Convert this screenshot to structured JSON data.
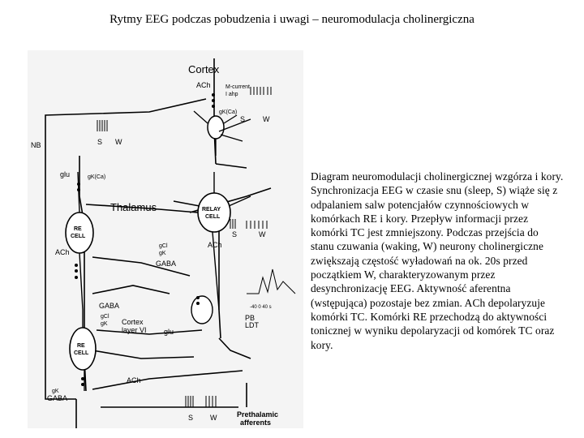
{
  "slide": {
    "title": "Rytmy EEG podczas pobudzenia i uwagi – neuromodulacja cholinergiczna",
    "description": "Diagram neuromodulacji cholinergicznej wzgórza i kory. Synchronizacja EEG w czasie snu (sleep, S) wiąże się z odpalaniem salw potencjałów czynnościowych w komórkach RE i kory. Przepływ informacji przez komórki TC jest zmniejszony. Podczas przejścia do stanu czuwania (waking, W) neurony cholinergiczne zwiększają częstość wyładowań na ok. 20s przed początkiem W, charakteryzowanym przez desynchronizację EEG. Aktywność aferentna (wstępująca) pozostaje bez zmian. ACh depolaryzuje komórki TC. Komórki RE przechodzą do aktywności tonicznej w wyniku depolaryzacji od komórek TC oraz kory."
  },
  "diagram": {
    "labels": {
      "cortex": "Cortex",
      "thalamus": "Thalamus",
      "relay_cell_1": "RELAY",
      "relay_cell_2": "CELL",
      "re_cell_top_1": "RE",
      "re_cell_top_2": "CELL",
      "re_cell_bottom_1": "RE",
      "re_cell_bottom_2": "CELL",
      "nb": "NB",
      "glu_left": "glu",
      "glu_right": "glu",
      "gaba_relay": "GABA",
      "gaba_left": "GABA",
      "gaba_bottom": "GABA",
      "ach_top": "ACh",
      "ach_relay": "ACh",
      "ach_left": "ACh",
      "ach_bottom": "ACh",
      "m_current": "M-current",
      "i_ahp": "I ahp",
      "g_k_ca_top": "gK(Ca)",
      "g_k_ca_thal": "gK(Ca)",
      "g_cl": "gCl",
      "g_k": "gK",
      "g_cl_left": "gCl",
      "g_k_left": "gK",
      "g_k_bottom": "gK",
      "cortex_layer_1": "Cortex",
      "cortex_layer_2": "layer VI",
      "pb_1": "PB",
      "pb_2": "LDT",
      "prethalamic_1": "Prethalamic",
      "prethalamic_2": "afferents",
      "s": "S",
      "w": "W",
      "time_axis": "-40   0   40 s"
    }
  }
}
